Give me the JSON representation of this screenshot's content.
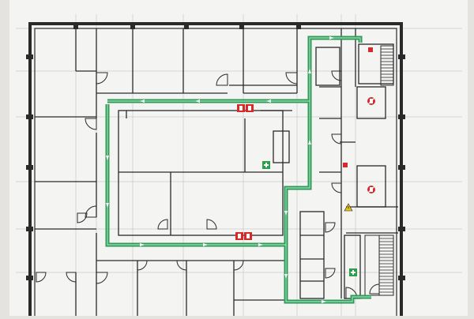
{
  "plan": {
    "paper_color": "#f4f4f2",
    "background_color": "#e4e3e0",
    "wall_color": "#2a2a2a",
    "grid_color": "#b8b8b8",
    "escape_route_color": "#2f9a5a",
    "escape_route_highlight": "#8fd6a8",
    "fire_equipment_color": "#d62a2a",
    "first_aid_color": "#2e9d4e",
    "warning_color": "#e2c21b",
    "icons": {
      "fire_extinguisher_pairs": 2,
      "first_aid": 2,
      "elevator_no_use_signs": 2,
      "warning_sign": 1
    }
  }
}
